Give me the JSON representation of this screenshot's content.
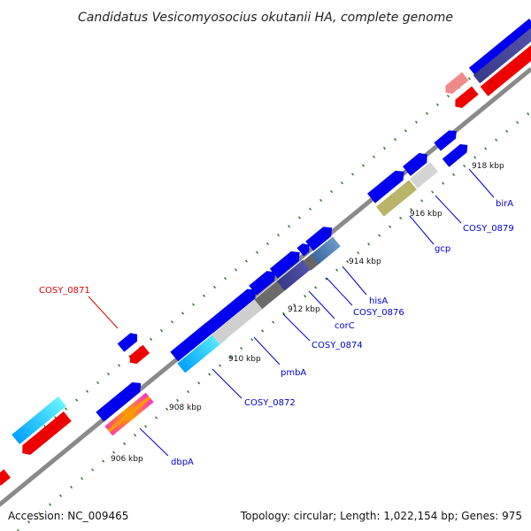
{
  "title": "Candidatus Vesicomyosocius okutanii HA, complete genome",
  "footer": {
    "accession": "Accession: NC_009465",
    "summary": "Topology: circular; Length: 1,022,154 bp; Genes: 975"
  },
  "colors": {
    "backbone": "#808080",
    "forward_gene": "#0000ee",
    "reverse_gene": "#ee0000",
    "highlight_label": "#dd0000",
    "gene_label": "#0000cc",
    "tick": "#2b7a2b"
  },
  "scale_labels": [
    "906 kbp",
    "908 kbp",
    "910 kbp",
    "912 kbp",
    "914 kbp",
    "916 kbp",
    "918 kbp"
  ],
  "gene_labels": [
    {
      "text": "COSY_0871",
      "highlight": true
    },
    {
      "text": "dbpA",
      "highlight": false
    },
    {
      "text": "COSY_0872",
      "highlight": false
    },
    {
      "text": "pmbA",
      "highlight": false
    },
    {
      "text": "COSY_0874",
      "highlight": false
    },
    {
      "text": "corC",
      "highlight": false
    },
    {
      "text": "COSY_0876",
      "highlight": false
    },
    {
      "text": "hisA",
      "highlight": false
    },
    {
      "text": "gcp",
      "highlight": false
    },
    {
      "text": "COSY_0879",
      "highlight": false
    },
    {
      "text": "birA",
      "highlight": false
    }
  ]
}
